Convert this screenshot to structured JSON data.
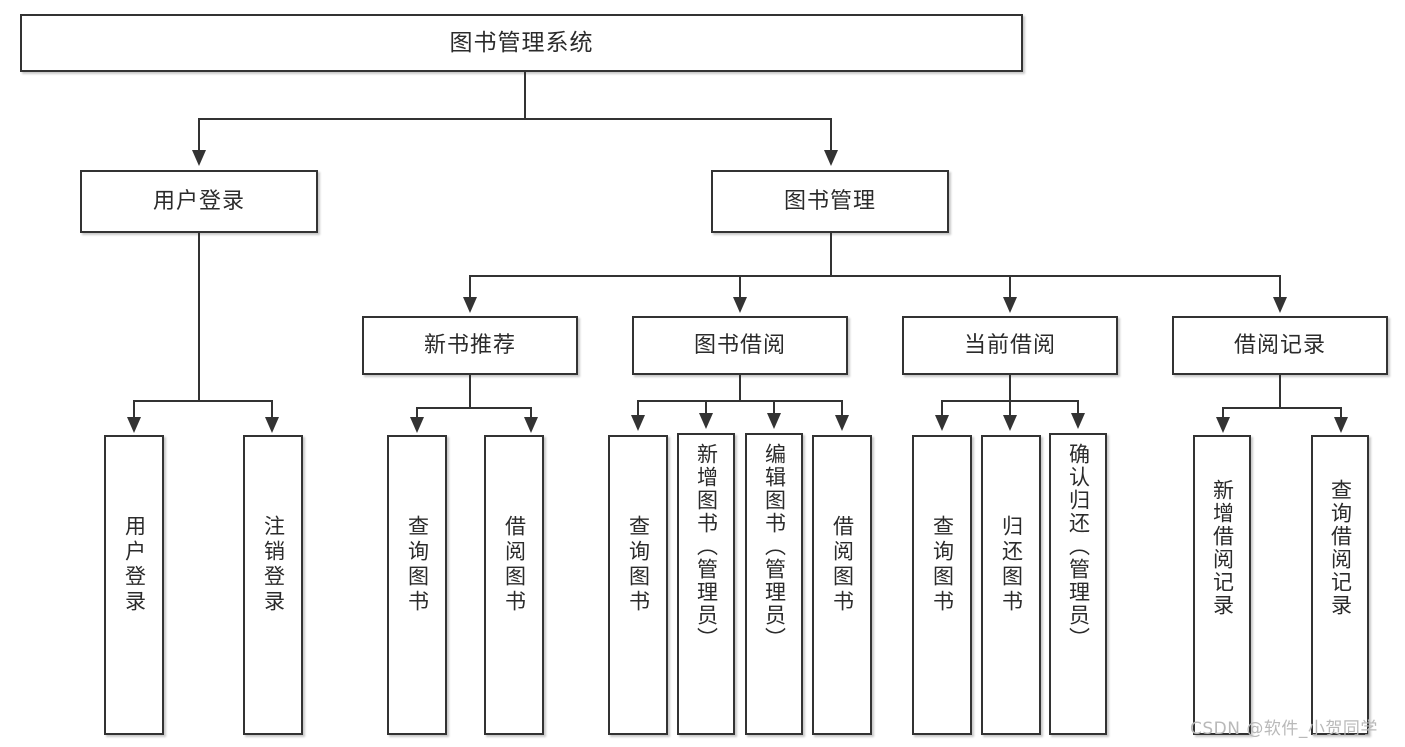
{
  "diagram": {
    "title": "图书管理系统",
    "type": "tree",
    "root": {
      "id": "root",
      "label": "图书管理系统"
    },
    "level2": [
      {
        "id": "user-login",
        "label": "用户登录"
      },
      {
        "id": "book-management",
        "label": "图书管理"
      }
    ],
    "level3": [
      {
        "id": "new-book-recommend",
        "label": "新书推荐"
      },
      {
        "id": "book-borrow",
        "label": "图书借阅"
      },
      {
        "id": "current-borrow",
        "label": "当前借阅"
      },
      {
        "id": "borrow-record",
        "label": "借阅记录"
      }
    ],
    "leaves": {
      "user_login": [
        {
          "id": "leaf-user-login",
          "label": "用户登录"
        },
        {
          "id": "leaf-logout-login",
          "label": "注销登录"
        }
      ],
      "new_book_recommend": [
        {
          "id": "leaf-query-book-1",
          "label": "查询图书"
        },
        {
          "id": "leaf-borrow-book-1",
          "label": "借阅图书"
        }
      ],
      "book_borrow": [
        {
          "id": "leaf-query-book-2",
          "label": "查询图书"
        },
        {
          "id": "leaf-add-book",
          "label": "新增图书（管理员）"
        },
        {
          "id": "leaf-edit-book",
          "label": "编辑图书（管理员）"
        },
        {
          "id": "leaf-borrow-book-2",
          "label": "借阅图书"
        }
      ],
      "current_borrow": [
        {
          "id": "leaf-query-book-3",
          "label": "查询图书"
        },
        {
          "id": "leaf-return-book",
          "label": "归还图书"
        },
        {
          "id": "leaf-confirm-return",
          "label": "确认归还（管理员）"
        }
      ],
      "borrow_record": [
        {
          "id": "leaf-add-record",
          "label": "新增借阅记录"
        },
        {
          "id": "leaf-query-record",
          "label": "查询借阅记录"
        }
      ]
    }
  },
  "watermark": {
    "text": "CSDN @软件_小贺同学"
  },
  "colors": {
    "stroke": "#333333",
    "text": "#2b2b2b",
    "background": "#ffffff",
    "watermark": "#b9b9b9"
  }
}
